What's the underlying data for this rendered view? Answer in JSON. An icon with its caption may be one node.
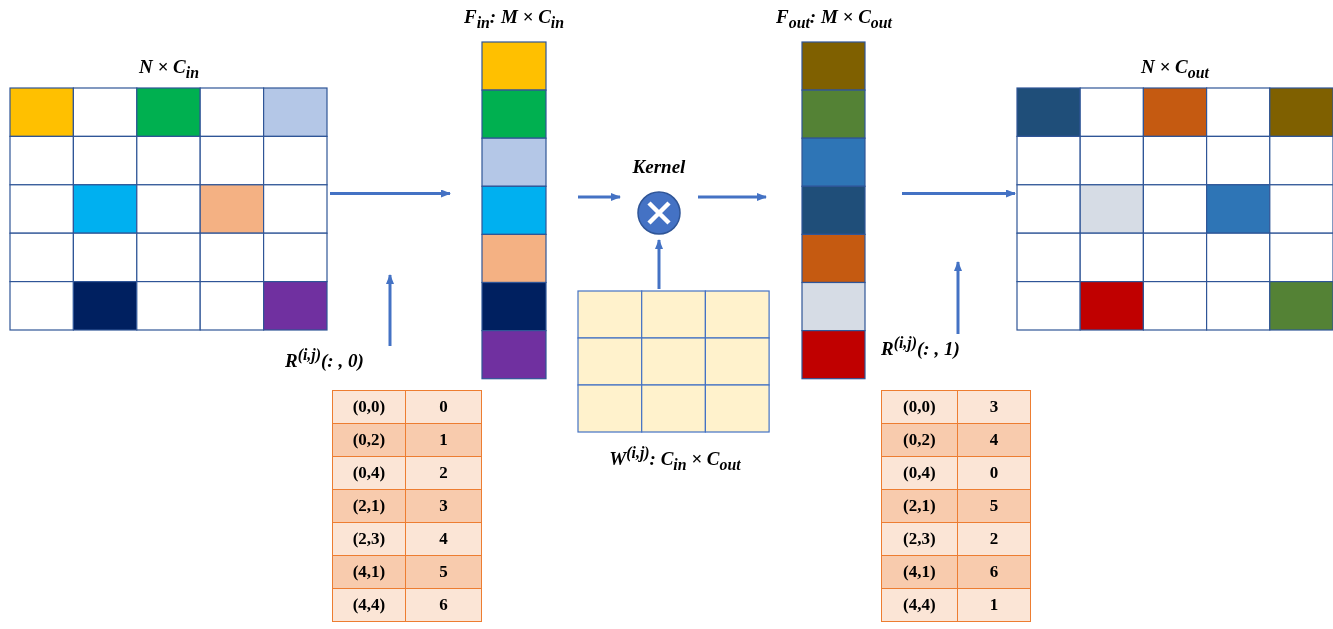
{
  "diagram": {
    "nodes": [
      {
        "text": [
          "N × C$_{in}$"
        ]
      },
      {
        "text": [
          "F$_{in}$: M × C$_{in}$"
        ]
      },
      {
        "text": [
          "Kernel"
        ]
      },
      {
        "text": [
          "F$_{out}$: M × C$_{out}$"
        ]
      },
      {
        "text": [
          "N × C$_{out}$"
        ]
      },
      {
        "text": [
          "W$^{(i,j)}$: C$_{in}$ × C$_{out}$"
        ]
      },
      {
        "text": [
          "R$^{(i,j)}$(: , 0)",
          "(0,0)",
          "0",
          "(0,2)",
          "1",
          "(0,4)",
          "2",
          "(2,1)",
          "3",
          "(2,3)",
          "4",
          "(4,1)",
          "5",
          "(4,4)",
          "6"
        ]
      },
      {
        "text": [
          "R$^{(i,j)}$(: , 1)",
          "(0,0)",
          "3",
          "(0,2)",
          "4",
          "(0,4)",
          "0",
          "(2,1)",
          "5",
          "(2,3)",
          "2",
          "(4,1)",
          "6",
          "(4,4)",
          "1"
        ]
      }
    ],
    "edges": [
      {
        "from": 0,
        "to": 1,
        "arrow": "to"
      },
      {
        "from": 6,
        "to": null,
        "arrow": "to"
      },
      {
        "from": 1,
        "to": 2,
        "arrow": "to"
      },
      {
        "from": 5,
        "to": 2,
        "arrow": "to"
      },
      {
        "from": 2,
        "to": 3,
        "arrow": "to"
      },
      {
        "from": 3,
        "to": 4,
        "arrow": "to"
      },
      {
        "from": 7,
        "to": null,
        "arrow": "to"
      }
    ]
  }
}
